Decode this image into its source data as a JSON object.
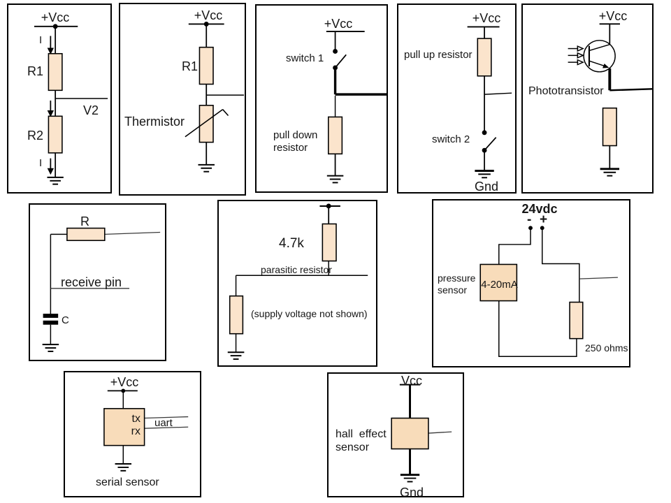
{
  "colors": {
    "resistor_fill": "#FBE4CC",
    "box_fill": "#F8DCBA",
    "wire": "#000000"
  },
  "panels": {
    "voltage_divider": {
      "vcc": "+Vcc",
      "i_top": "I",
      "r1": "R1",
      "v2": "V2",
      "r2": "R2",
      "i_bottom": "I"
    },
    "thermistor": {
      "vcc": "+Vcc",
      "r1": "R1",
      "label": "Thermistor"
    },
    "pulldown_switch": {
      "vcc": "+Vcc",
      "switch_label": "switch 1",
      "resistor_label": "pull down\nresistor"
    },
    "pullup_switch": {
      "vcc": "+Vcc",
      "resistor_label": "pull up resistor",
      "switch_label": "switch 2",
      "gnd": "Gnd"
    },
    "phototransistor": {
      "vcc": "+Vcc",
      "label": "Phototransistor"
    },
    "rc_receive": {
      "r": "R",
      "receive_pin": "receive pin",
      "c": "C"
    },
    "parasitic": {
      "value": "4.7k",
      "label": "parasitic resistor",
      "note": "(supply voltage not shown)"
    },
    "pressure_loop": {
      "supply": "24vdc",
      "minus": "-",
      "plus": "+",
      "sensor_label": "pressure\nsensor",
      "box_label": "4-20mA",
      "load_label": "250 ohms"
    },
    "serial_sensor": {
      "vcc": "+Vcc",
      "tx": "tx",
      "rx": "rx",
      "uart": "uart",
      "caption": "serial sensor"
    },
    "hall_sensor": {
      "vcc": "Vcc",
      "label": "hall  effect\nsensor",
      "gnd": "Gnd"
    }
  }
}
